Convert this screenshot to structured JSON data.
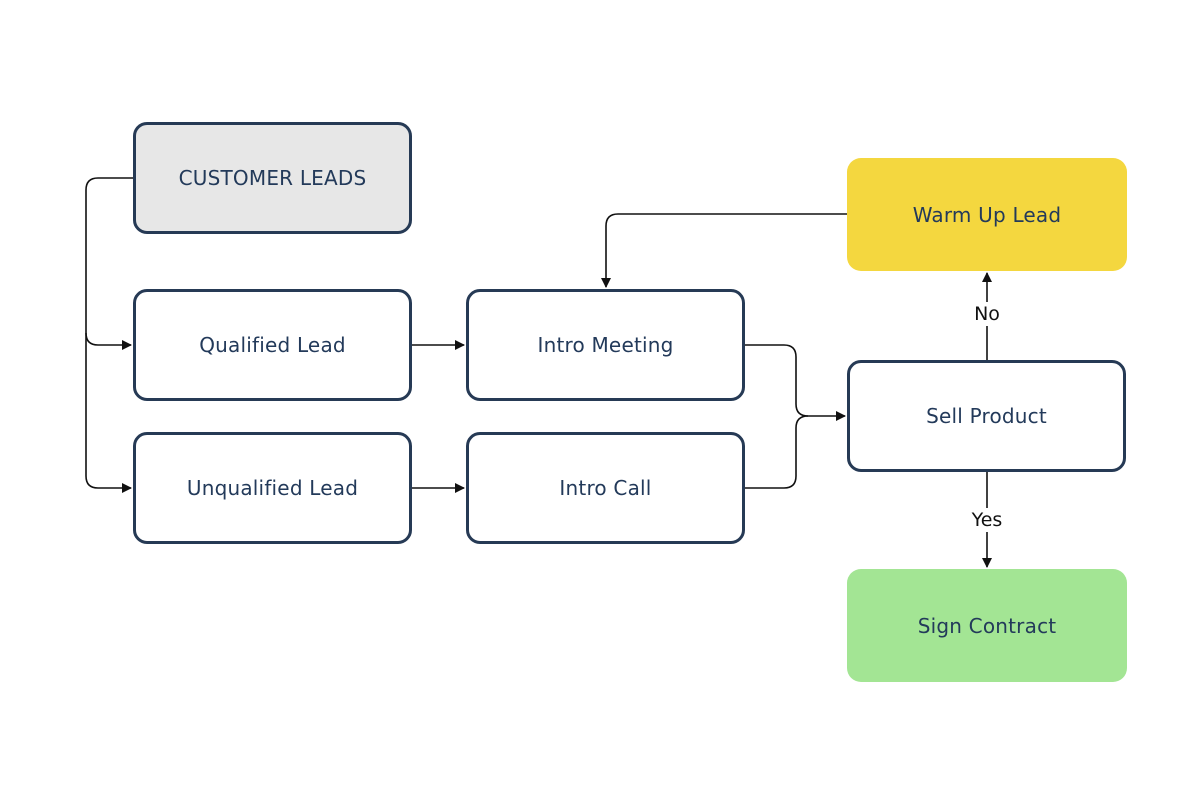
{
  "diagram": {
    "nodes": {
      "customer_leads": {
        "label": "CUSTOMER LEADS",
        "fill": "#e7e7e7"
      },
      "qualified_lead": {
        "label": "Qualified Lead",
        "fill": "#ffffff"
      },
      "unqualified_lead": {
        "label": "Unqualified Lead",
        "fill": "#ffffff"
      },
      "intro_meeting": {
        "label": "Intro Meeting",
        "fill": "#ffffff"
      },
      "intro_call": {
        "label": "Intro Call",
        "fill": "#ffffff"
      },
      "sell_product": {
        "label": "Sell Product",
        "fill": "#ffffff"
      },
      "warm_up_lead": {
        "label": "Warm Up Lead",
        "fill": "#f4d73f"
      },
      "sign_contract": {
        "label": "Sign Contract",
        "fill": "#a3e594"
      }
    },
    "edge_labels": {
      "no": "No",
      "yes": "Yes"
    },
    "colors": {
      "node_border": "#263a55",
      "node_text": "#233a5a",
      "connector": "#111111"
    }
  }
}
